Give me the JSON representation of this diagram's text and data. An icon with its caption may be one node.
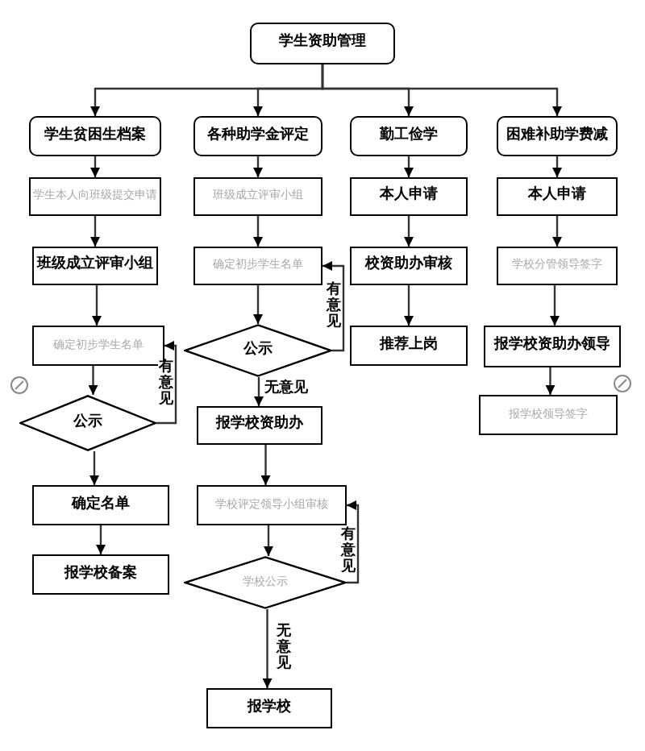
{
  "diagram": {
    "nodes": [
      {
        "text": [
          "学生资助管理"
        ]
      },
      {
        "text": [
          "学生贫困生档案"
        ]
      },
      {
        "text": [
          "各种助学金评定"
        ]
      },
      {
        "text": [
          "勤工俭学"
        ]
      },
      {
        "text": [
          "困难补助学费减"
        ]
      },
      {
        "text": [
          "学生本人向班级提交申请"
        ]
      },
      {
        "text": [
          "班级成立评审小组"
        ]
      },
      {
        "text": [
          "本人申请"
        ]
      },
      {
        "text": [
          "本人申请"
        ]
      },
      {
        "text": [
          "班级成立评审小组"
        ]
      },
      {
        "text": [
          "确定初步学生名单"
        ]
      },
      {
        "text": [
          "校资助办审核"
        ]
      },
      {
        "text": [
          "学校分管领导签字"
        ]
      },
      {
        "text": [
          "确定初步学生名单"
        ]
      },
      {
        "text": [
          "公示"
        ]
      },
      {
        "text": [
          "推荐上岗"
        ]
      },
      {
        "text": [
          "报学校资助办领导"
        ]
      },
      {
        "text": [
          "公示"
        ]
      },
      {
        "text": [
          "报学校资助办"
        ]
      },
      {
        "text": [
          "报学校领导签字"
        ]
      },
      {
        "text": [
          "确定名单"
        ]
      },
      {
        "text": [
          "学校评定领导小组审核"
        ]
      },
      {
        "text": [
          "报学校备案"
        ]
      },
      {
        "text": [
          "学校公示"
        ]
      },
      {
        "text": [
          "报学校"
        ]
      }
    ],
    "edges": [
      {
        "from": 0,
        "to": 1,
        "arrow": "to"
      },
      {
        "from": 0,
        "to": 2,
        "arrow": "to"
      },
      {
        "from": 0,
        "to": 3,
        "arrow": "to"
      },
      {
        "from": 0,
        "to": 4,
        "arrow": "to"
      },
      {
        "from": 1,
        "to": 5,
        "arrow": "to"
      },
      {
        "from": 2,
        "to": 6,
        "arrow": "to"
      },
      {
        "from": 3,
        "to": 7,
        "arrow": "to"
      },
      {
        "from": 4,
        "to": 8,
        "arrow": "to"
      },
      {
        "from": 5,
        "to": 9,
        "arrow": "to"
      },
      {
        "from": 6,
        "to": 10,
        "arrow": "to"
      },
      {
        "from": 7,
        "to": 11,
        "arrow": "to"
      },
      {
        "from": 8,
        "to": 12,
        "arrow": "to"
      },
      {
        "from": 9,
        "to": 13,
        "arrow": "to"
      },
      {
        "from": 10,
        "to": 14,
        "arrow": "to"
      },
      {
        "from": 11,
        "to": 15,
        "arrow": "to"
      },
      {
        "from": 12,
        "to": 16,
        "arrow": "to"
      },
      {
        "from": 16,
        "to": 19,
        "arrow": "to"
      },
      {
        "from": 13,
        "to": 17,
        "arrow": "to"
      },
      {
        "from": 14,
        "to": 10,
        "arrow": "to",
        "label": "有意见"
      },
      {
        "from": 17,
        "to": 13,
        "arrow": "to",
        "label": "有意见"
      },
      {
        "from": 14,
        "to": 18,
        "arrow": "to",
        "label": "无意见"
      },
      {
        "from": 17,
        "to": 20,
        "arrow": "to"
      },
      {
        "from": 18,
        "to": 21,
        "arrow": "to"
      },
      {
        "from": 20,
        "to": 22,
        "arrow": "to"
      },
      {
        "from": 21,
        "to": 23,
        "arrow": "to"
      },
      {
        "from": 23,
        "to": 21,
        "arrow": "to",
        "label": "有意见"
      },
      {
        "from": 23,
        "to": 24,
        "arrow": "to",
        "label": "无意见"
      }
    ]
  }
}
